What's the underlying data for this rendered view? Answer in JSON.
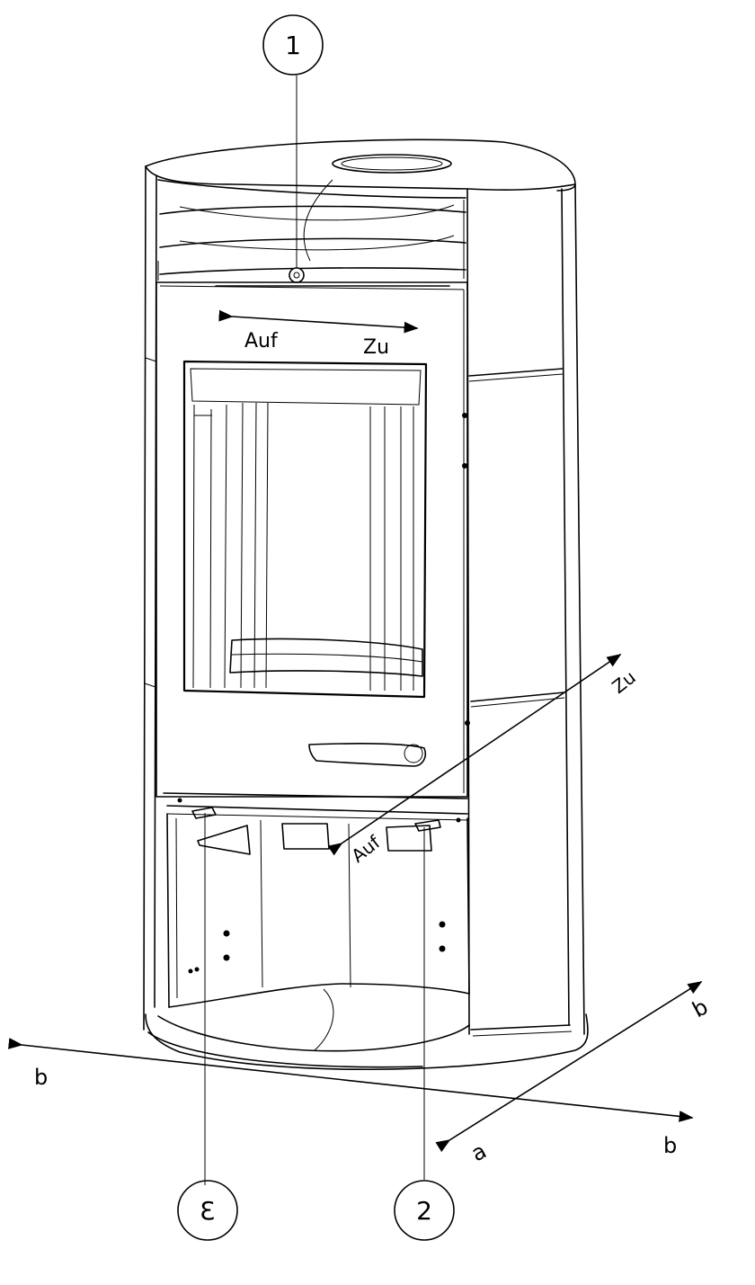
{
  "callouts": {
    "c1": "1",
    "c2": "2",
    "c3": "3"
  },
  "labels": {
    "top_open": "Auf",
    "top_close": "Zu",
    "bottom_open": "Auf",
    "bottom_close": "Zu"
  },
  "axes": {
    "left_b": "b",
    "right_b_upper": "b",
    "right_b_lower": "b",
    "a": "a"
  }
}
